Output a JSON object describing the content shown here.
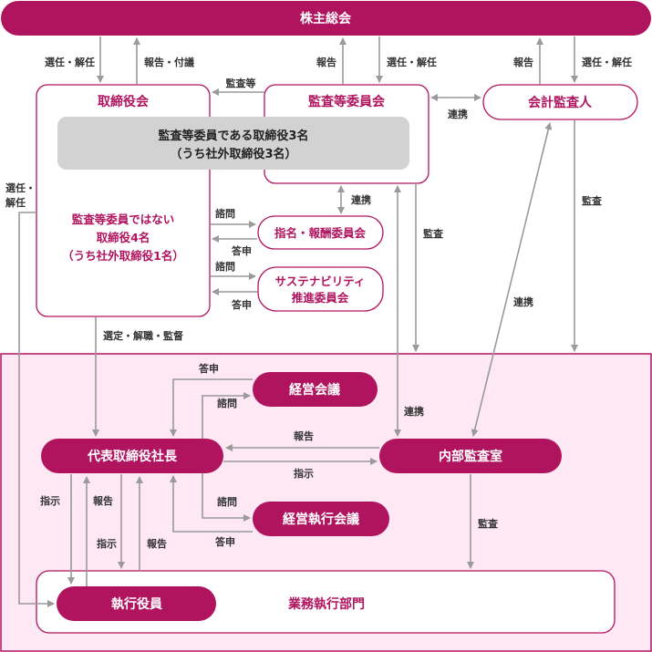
{
  "colors": {
    "accent": "#b0145f",
    "zone_fill": "#fde8f4",
    "arrow": "#9a9a9a",
    "gray_box": "#d2d2d2"
  },
  "nodes": {
    "shareholders": "株主総会",
    "board": "取締役会",
    "audit_committee": "監査等委員会",
    "accounting_auditor": "会計監査人",
    "audit_directors": "監査等委員である取締役3名",
    "audit_directors_outside": "（うち社外取締役3名）",
    "non_audit_directors": "監査等委員ではない",
    "non_audit_directors_count": "取締役4名",
    "non_audit_directors_outside": "（うち社外取締役1名）",
    "nomination_committee": "指名・報酬委員会",
    "sustainability_committee_line1": "サステナビリティ",
    "sustainability_committee_line2": "推進委員会",
    "management_meeting": "経営会議",
    "ceo": "代表取締役社長",
    "internal_audit": "内部監査室",
    "executive_meeting": "経営執行会議",
    "executive_officers": "執行役員",
    "business_divisions": "業務執行部門"
  },
  "labels": {
    "elect_dismiss": "選任・解任",
    "report_resolution": "報告・付議",
    "report": "報告",
    "audit_etc": "監査等",
    "cooperation": "連携",
    "consult": "諮問",
    "answer": "答申",
    "audit": "監査",
    "elect_top": "選任・",
    "dismiss_bottom": "解任",
    "select_supervise": "選定・解職・監督",
    "instruct": "指示"
  }
}
